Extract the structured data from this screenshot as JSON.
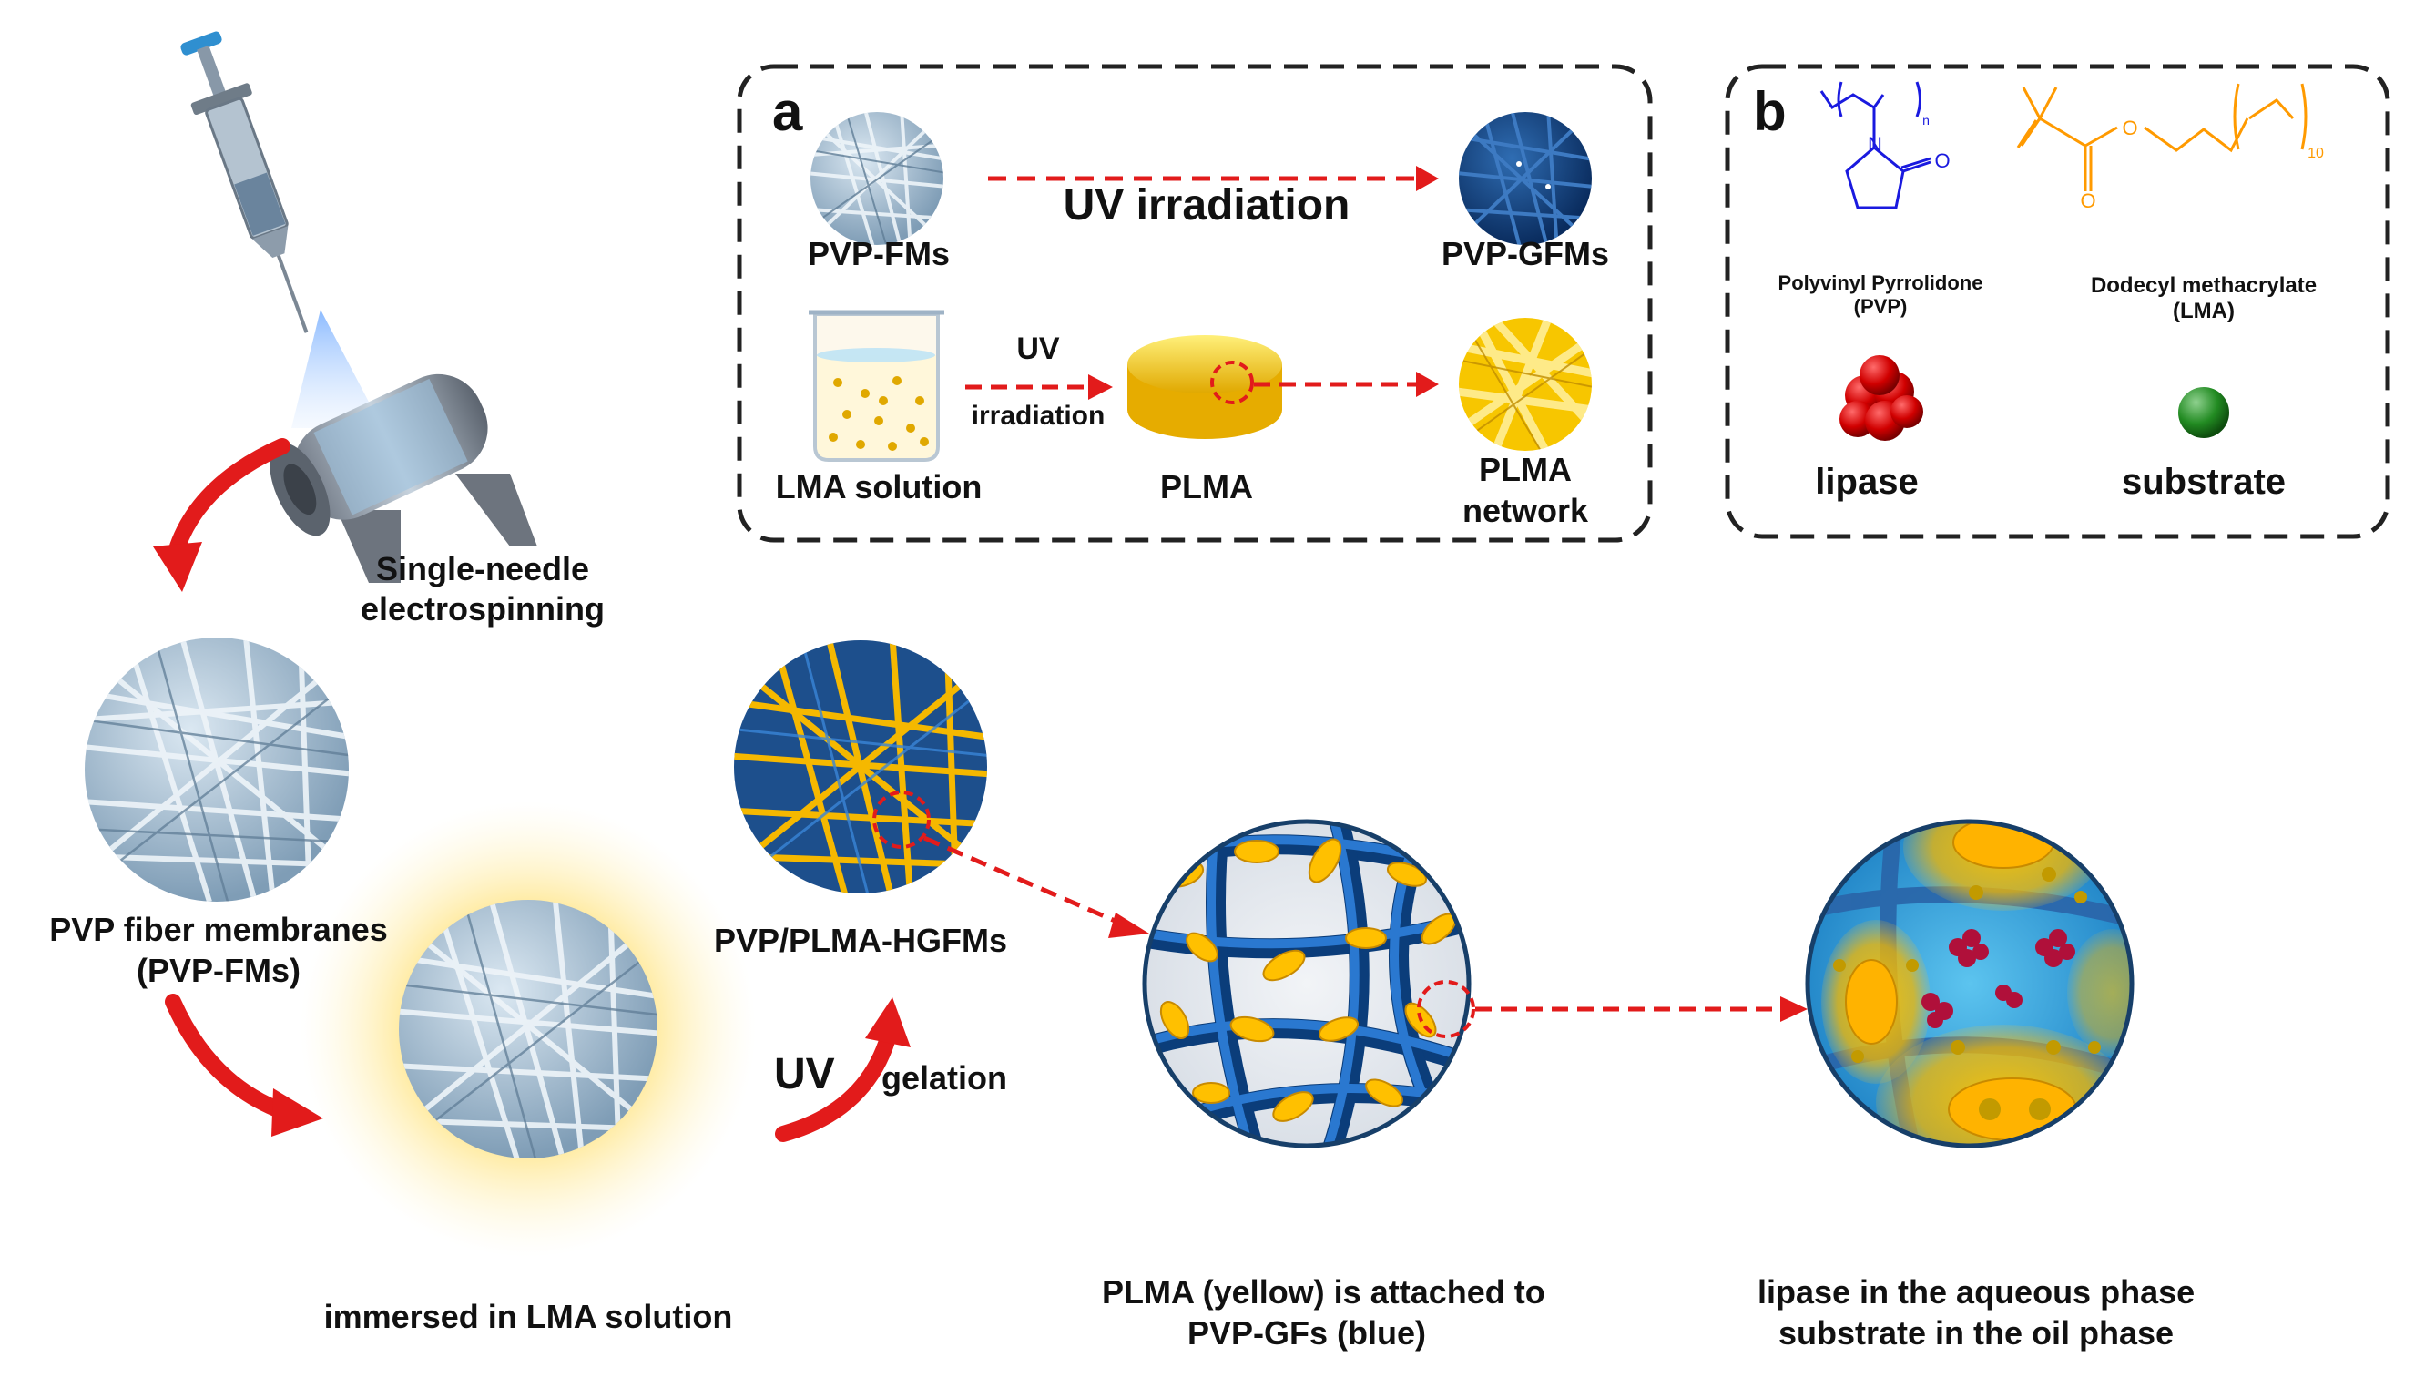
{
  "panel_a": {
    "letter": "a",
    "pvp_fms": "PVP-FMs",
    "uv_irradiation": "UV irradiation",
    "pvp_gfms": "PVP-GFMs",
    "lma_solution": "LMA solution",
    "uv_short": "UV",
    "irradiation": "irradiation",
    "plma": "PLMA",
    "plma_network_line1": "PLMA",
    "plma_network_line2": "network"
  },
  "panel_b": {
    "letter": "b",
    "pvp_name_line1": "Polyvinyl Pyrrolidone",
    "pvp_name_line2": "(PVP)",
    "lma_name_line1": "Dodecyl methacrylate",
    "lma_name_line2": "(LMA)",
    "subscript_n": "n",
    "subscript_10": "10",
    "atom_n": "N",
    "atom_o": "O",
    "lipase": "lipase",
    "substrate": "substrate"
  },
  "workflow": {
    "electrospinning_line1": "Single-needle",
    "electrospinning_line2": "electrospinning",
    "pvp_fiber_line1": "PVP fiber membranes",
    "pvp_fiber_line2": "(PVP-FMs)",
    "immersed": "immersed in LMA solution",
    "uv": "UV",
    "gelation": "gelation",
    "hgfms": "PVP/PLMA-HGFMs",
    "plma_attached_line1": "PLMA (yellow) is attached to",
    "plma_attached_line2": "PVP-GFs (blue)",
    "lipase_phase_line1": "lipase in the aqueous phase",
    "lipase_phase_line2": "substrate in the oil phase"
  },
  "colors": {
    "arrow_red": "#e21b1b",
    "fiber_light": "#a9c3d6",
    "fiber_dark": "#0e3f7e",
    "plma_yellow": "#ffc000",
    "structure_blue": "#1a1adf",
    "structure_orange": "#ff9a00"
  }
}
